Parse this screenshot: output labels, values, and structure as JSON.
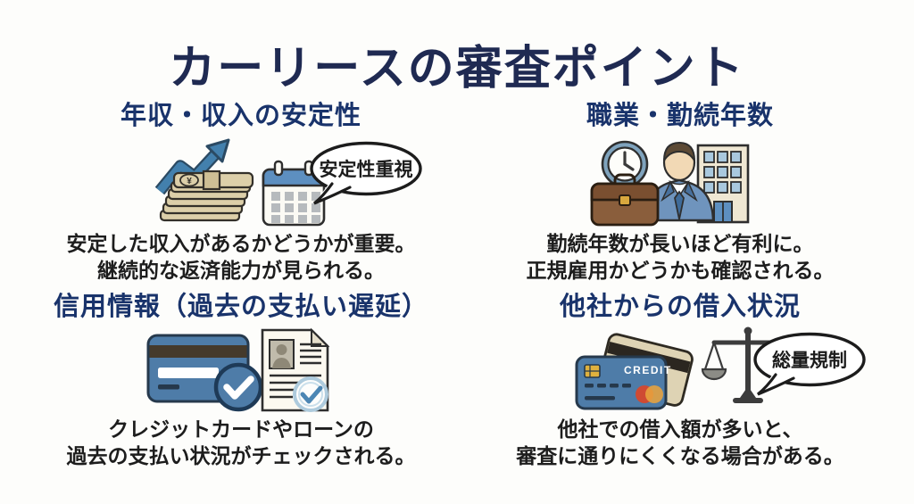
{
  "page": {
    "title": "カーリースの審査ポイント"
  },
  "colors": {
    "title_text": "#1f2a52",
    "heading_text": "#19336b",
    "body_text": "#1d1d1d",
    "background": "#fdfdfb",
    "icon_blue": "#4e7ca8",
    "arrow_blue": "#4380ad",
    "money_beige": "#dccfa9",
    "briefcase_brown": "#8a5e3c",
    "gold": "#dfa43e",
    "bubble_outline": "#1c1c1c"
  },
  "sections": [
    {
      "id": "income",
      "heading": "年収・収入の安定性",
      "lines": [
        "安定した収入があるかどうかが重要。",
        "継続的な返済能力が見られる。"
      ],
      "bubble": "安定性重視",
      "icons": [
        "money-growth-icon",
        "calendar-icon",
        "speech-bubble"
      ]
    },
    {
      "id": "occupation",
      "heading": "職業・勤続年数",
      "lines": [
        "勤続年数が長いほど有利に。",
        "正規雇用かどうかも確認される。"
      ],
      "icons": [
        "clock-icon",
        "businessman-icon",
        "briefcase-icon",
        "office-building-icon"
      ]
    },
    {
      "id": "credit-history",
      "heading": "信用情報（過去の支払い遅延）",
      "lines": [
        "クレジットカードやローンの",
        "過去の支払い状況がチェックされる。"
      ],
      "icons": [
        "credit-card-check-icon",
        "document-check-icon"
      ]
    },
    {
      "id": "borrowing",
      "heading": "他社からの借入状況",
      "lines": [
        "他社での借入額が多いと、",
        "審査に通りにくくなる場合がある。"
      ],
      "bubble": "総量規制",
      "icons": [
        "credit-cards-icon",
        "balance-scale-icon",
        "speech-bubble"
      ]
    }
  ],
  "icon_labels": {
    "yen_symbol": "¥",
    "card_brand": "CREDIT"
  }
}
